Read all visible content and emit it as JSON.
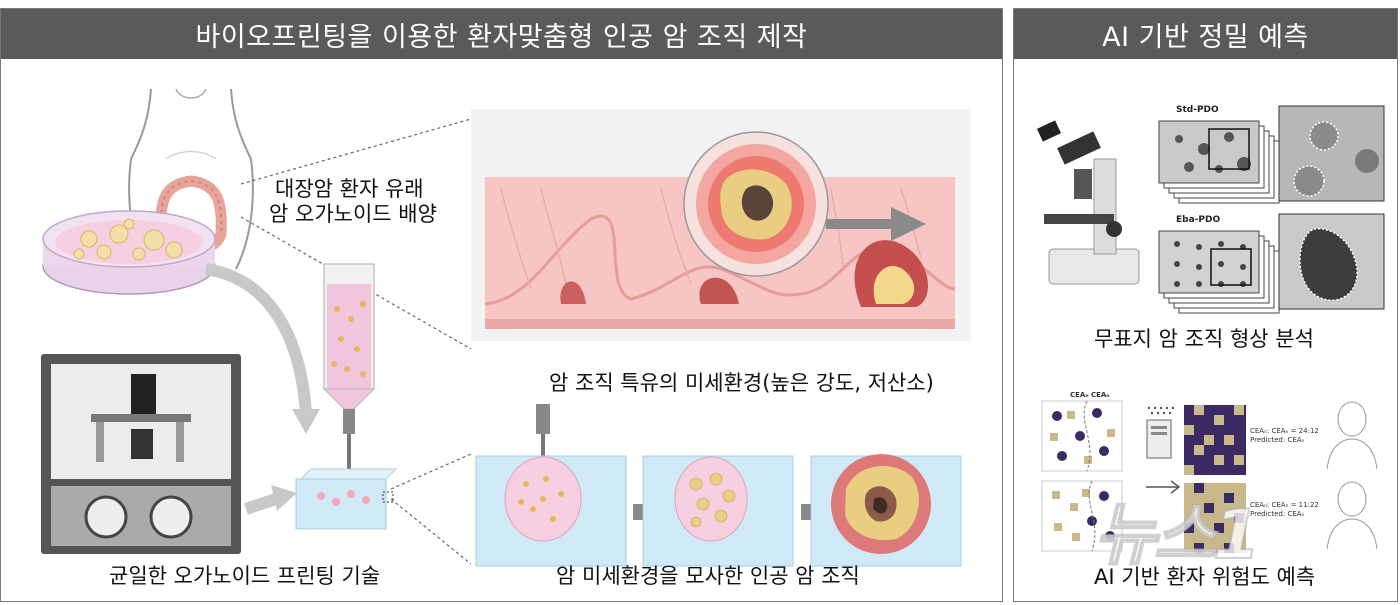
{
  "left_panel": {
    "title": "바이오프린팅을 이용한 환자맞춤형 인공 암 조직 제작",
    "caption_culture_line1": "대장암 환자 유래",
    "caption_culture_line2": "암 오가노이드 배양",
    "caption_microenv": "암 조직 특유의 미세환경(높은 강도, 저산소)",
    "caption_printing": "균일한 오가노이드 프린팅 기술",
    "caption_artificial": "암 미세환경을 모사한 인공 암 조직"
  },
  "right_panel": {
    "title": "AI 기반 정밀 예측",
    "label_std": "Std-PDO",
    "label_eba": "Eba-PDO",
    "caption_imaging": "무표지 암 조직 형상 분석",
    "legend_cea": "CEAₙ  CEAₙ",
    "pred1_line1": "CEAₙ: CEAₙ = 24:12",
    "pred1_line2": "Predicted: CEAₙ",
    "pred2_line1": "CEAₙ: CEAₙ = 11:22",
    "pred2_line2": "Predicted: CEAₙ",
    "caption_risk": "AI 기반 환자 위험도 예측"
  },
  "watermark": "뉴스1",
  "colors": {
    "header_bg": "#5a5a5a",
    "tissue_pink": "#f2b8b8",
    "tumor_red": "#d9403a",
    "hydrogel_blue": "#cfe9f6",
    "heatmap_purple": "#3b2a63",
    "heatmap_tan": "#c9b98a"
  }
}
